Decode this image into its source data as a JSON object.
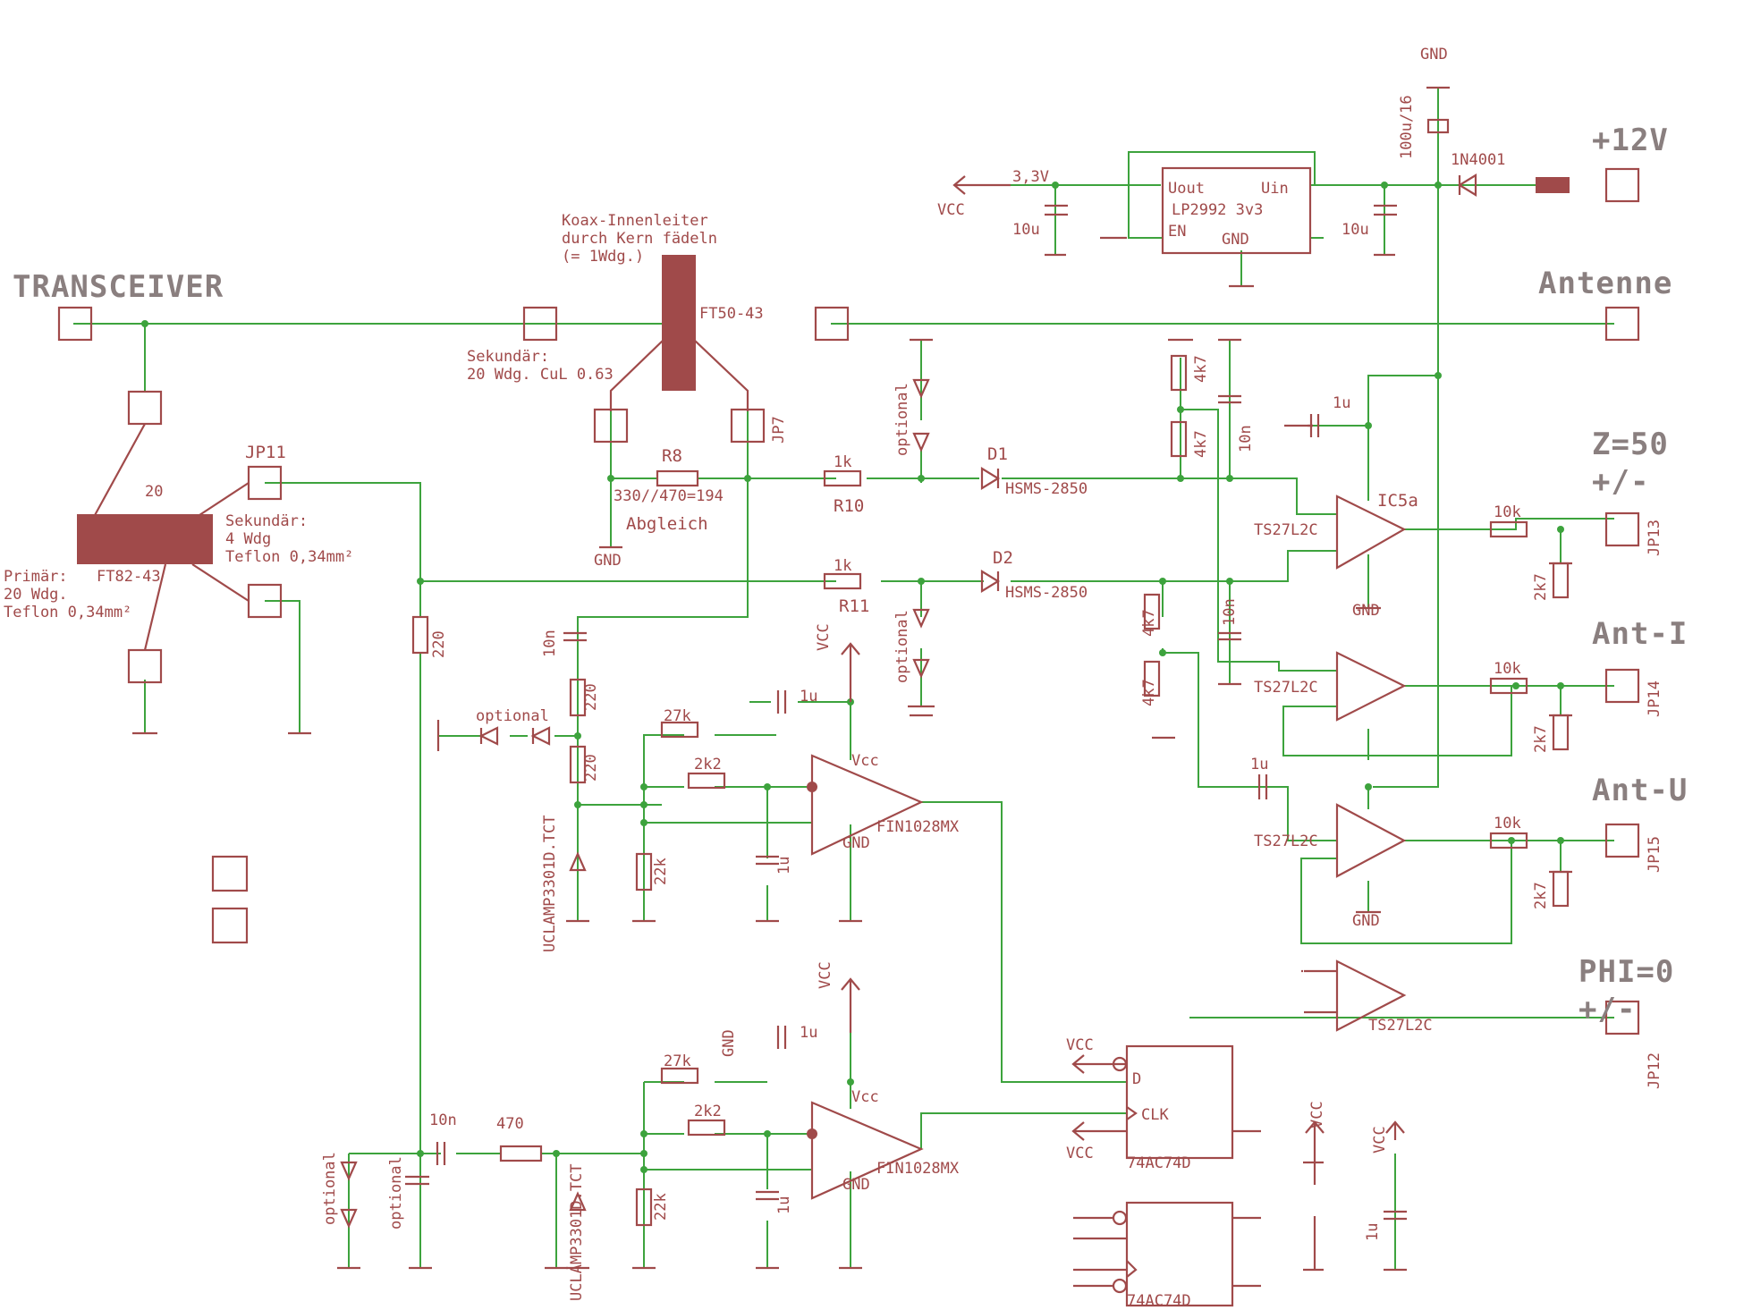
{
  "headings": {
    "transceiver": "TRANSCEIVER",
    "antenne": "Antenne",
    "plus12v": "+12V",
    "z50": "Z=50",
    "z50_sign": "+/-",
    "ant_i": "Ant-I",
    "ant_u": "Ant-U",
    "phi0": "PHI=0",
    "phi0_sign": "+/-"
  },
  "supply": {
    "gnd_top": "GND",
    "cap_100u": "100u/16",
    "diode_1n4001": "1N4001",
    "vout": "Uout",
    "vin": "Uin",
    "ic_name": "LP2992  3v3",
    "en": "EN",
    "gnd": "GND",
    "v33": "3,3V",
    "vcc": "VCC",
    "c10u_left": "10u",
    "c10u_right": "10u"
  },
  "rf": {
    "koax_line1": "Koax-Innenleiter",
    "koax_line2": "durch Kern fädeln",
    "koax_line3": "(= 1Wdg.)",
    "ft50": "FT50-43",
    "sek1_line1": "Sekundär:",
    "sek1_line2": "20 Wdg. CuL 0.63",
    "jp7": "JP7",
    "r8": "R8",
    "r8_val": "330//470=194",
    "abgleich": "Abgleich",
    "gnd": "GND",
    "jp11": "JP11",
    "t20": "20",
    "sek2_line1": "Sekundär:",
    "sek2_line2": "4 Wdg",
    "sek2_line3": "Teflon 0,34mm²",
    "prim_line1": "Primär:",
    "ft82": "FT82-43",
    "prim_line2": "20 Wdg.",
    "prim_line3": "Teflon 0,34mm²"
  },
  "detector": {
    "r10_val": "1k",
    "r10": "R10",
    "d1": "D1",
    "d1_type": "HSMS-2850",
    "r11_val": "1k",
    "r11": "R11",
    "d2": "D2",
    "d2_type": "HSMS-2850",
    "optional": "optional",
    "r4k7": "4k7",
    "c10n": "10n",
    "c1u": "1u",
    "ic5a": "IC5a",
    "ts": "TS27L2C",
    "gnd": "GND",
    "r10k": "10k",
    "r2k7": "2k7",
    "jp13": "JP13",
    "jp14": "JP14",
    "jp15": "JP15",
    "jp12": "JP12"
  },
  "comparator": {
    "r220": "220",
    "c10n": "10n",
    "optional": "optional",
    "uclamp": "UCLAMP3301D.TCT",
    "r27k": "27k",
    "r2k2": "2k2",
    "r22k": "22k",
    "c1u": "1u",
    "vcc": "VCC",
    "vcc_pin": "Vcc",
    "gnd": "GND",
    "fin": "FIN1028MX",
    "r470": "470",
    "ff_d": "D",
    "ff_clk": "CLK",
    "ff_name": "74AC74D"
  }
}
